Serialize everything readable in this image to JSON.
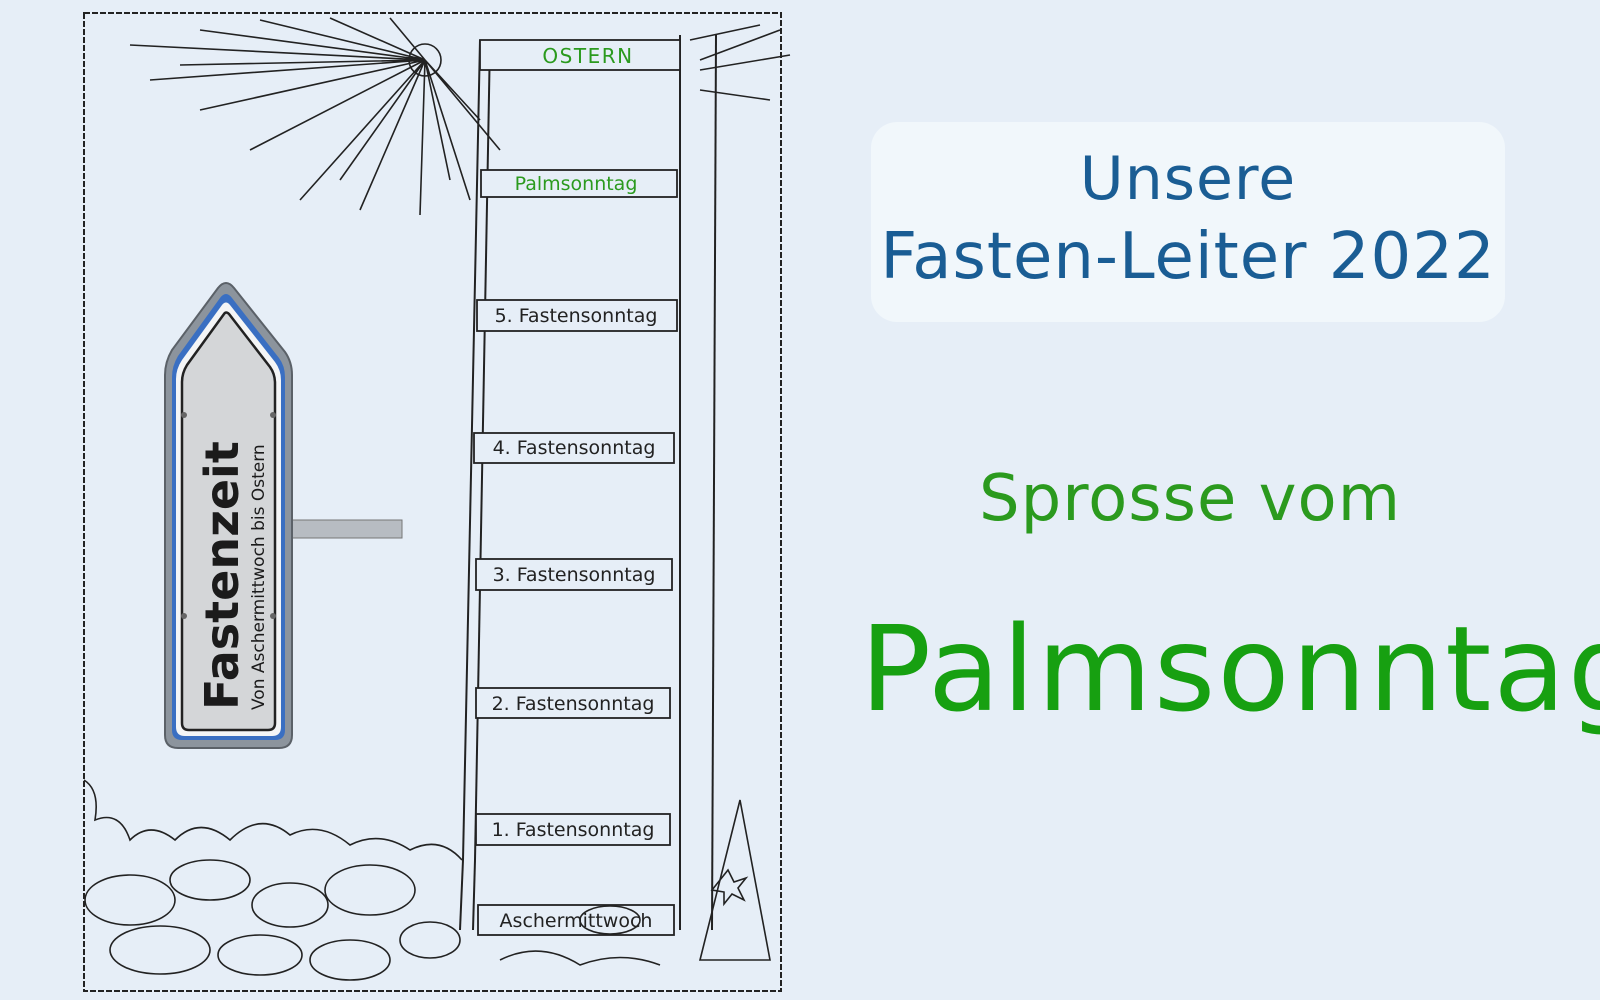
{
  "header": {
    "line1": "Unsere",
    "line2": "Fasten-Leiter 2022"
  },
  "current": {
    "label": "Sprosse vom",
    "week": "Palmsonntag"
  },
  "sign": {
    "title": "Fastenzeit",
    "subtitle": "Von Aschermittwoch bis Ostern"
  },
  "ladder": {
    "top": "OSTERN",
    "rungs": [
      "Palmsonntag",
      "5. Fastensonntag",
      "4. Fastensonntag",
      "3. Fastensonntag",
      "2. Fastensonntag",
      "1. Fastensonntag",
      "Aschermittwoch"
    ]
  },
  "colors": {
    "background": "#e6eef7",
    "title_blue": "#1a5d94",
    "highlight_green": "#17a011",
    "sign_blue": "#3a6fc2"
  }
}
